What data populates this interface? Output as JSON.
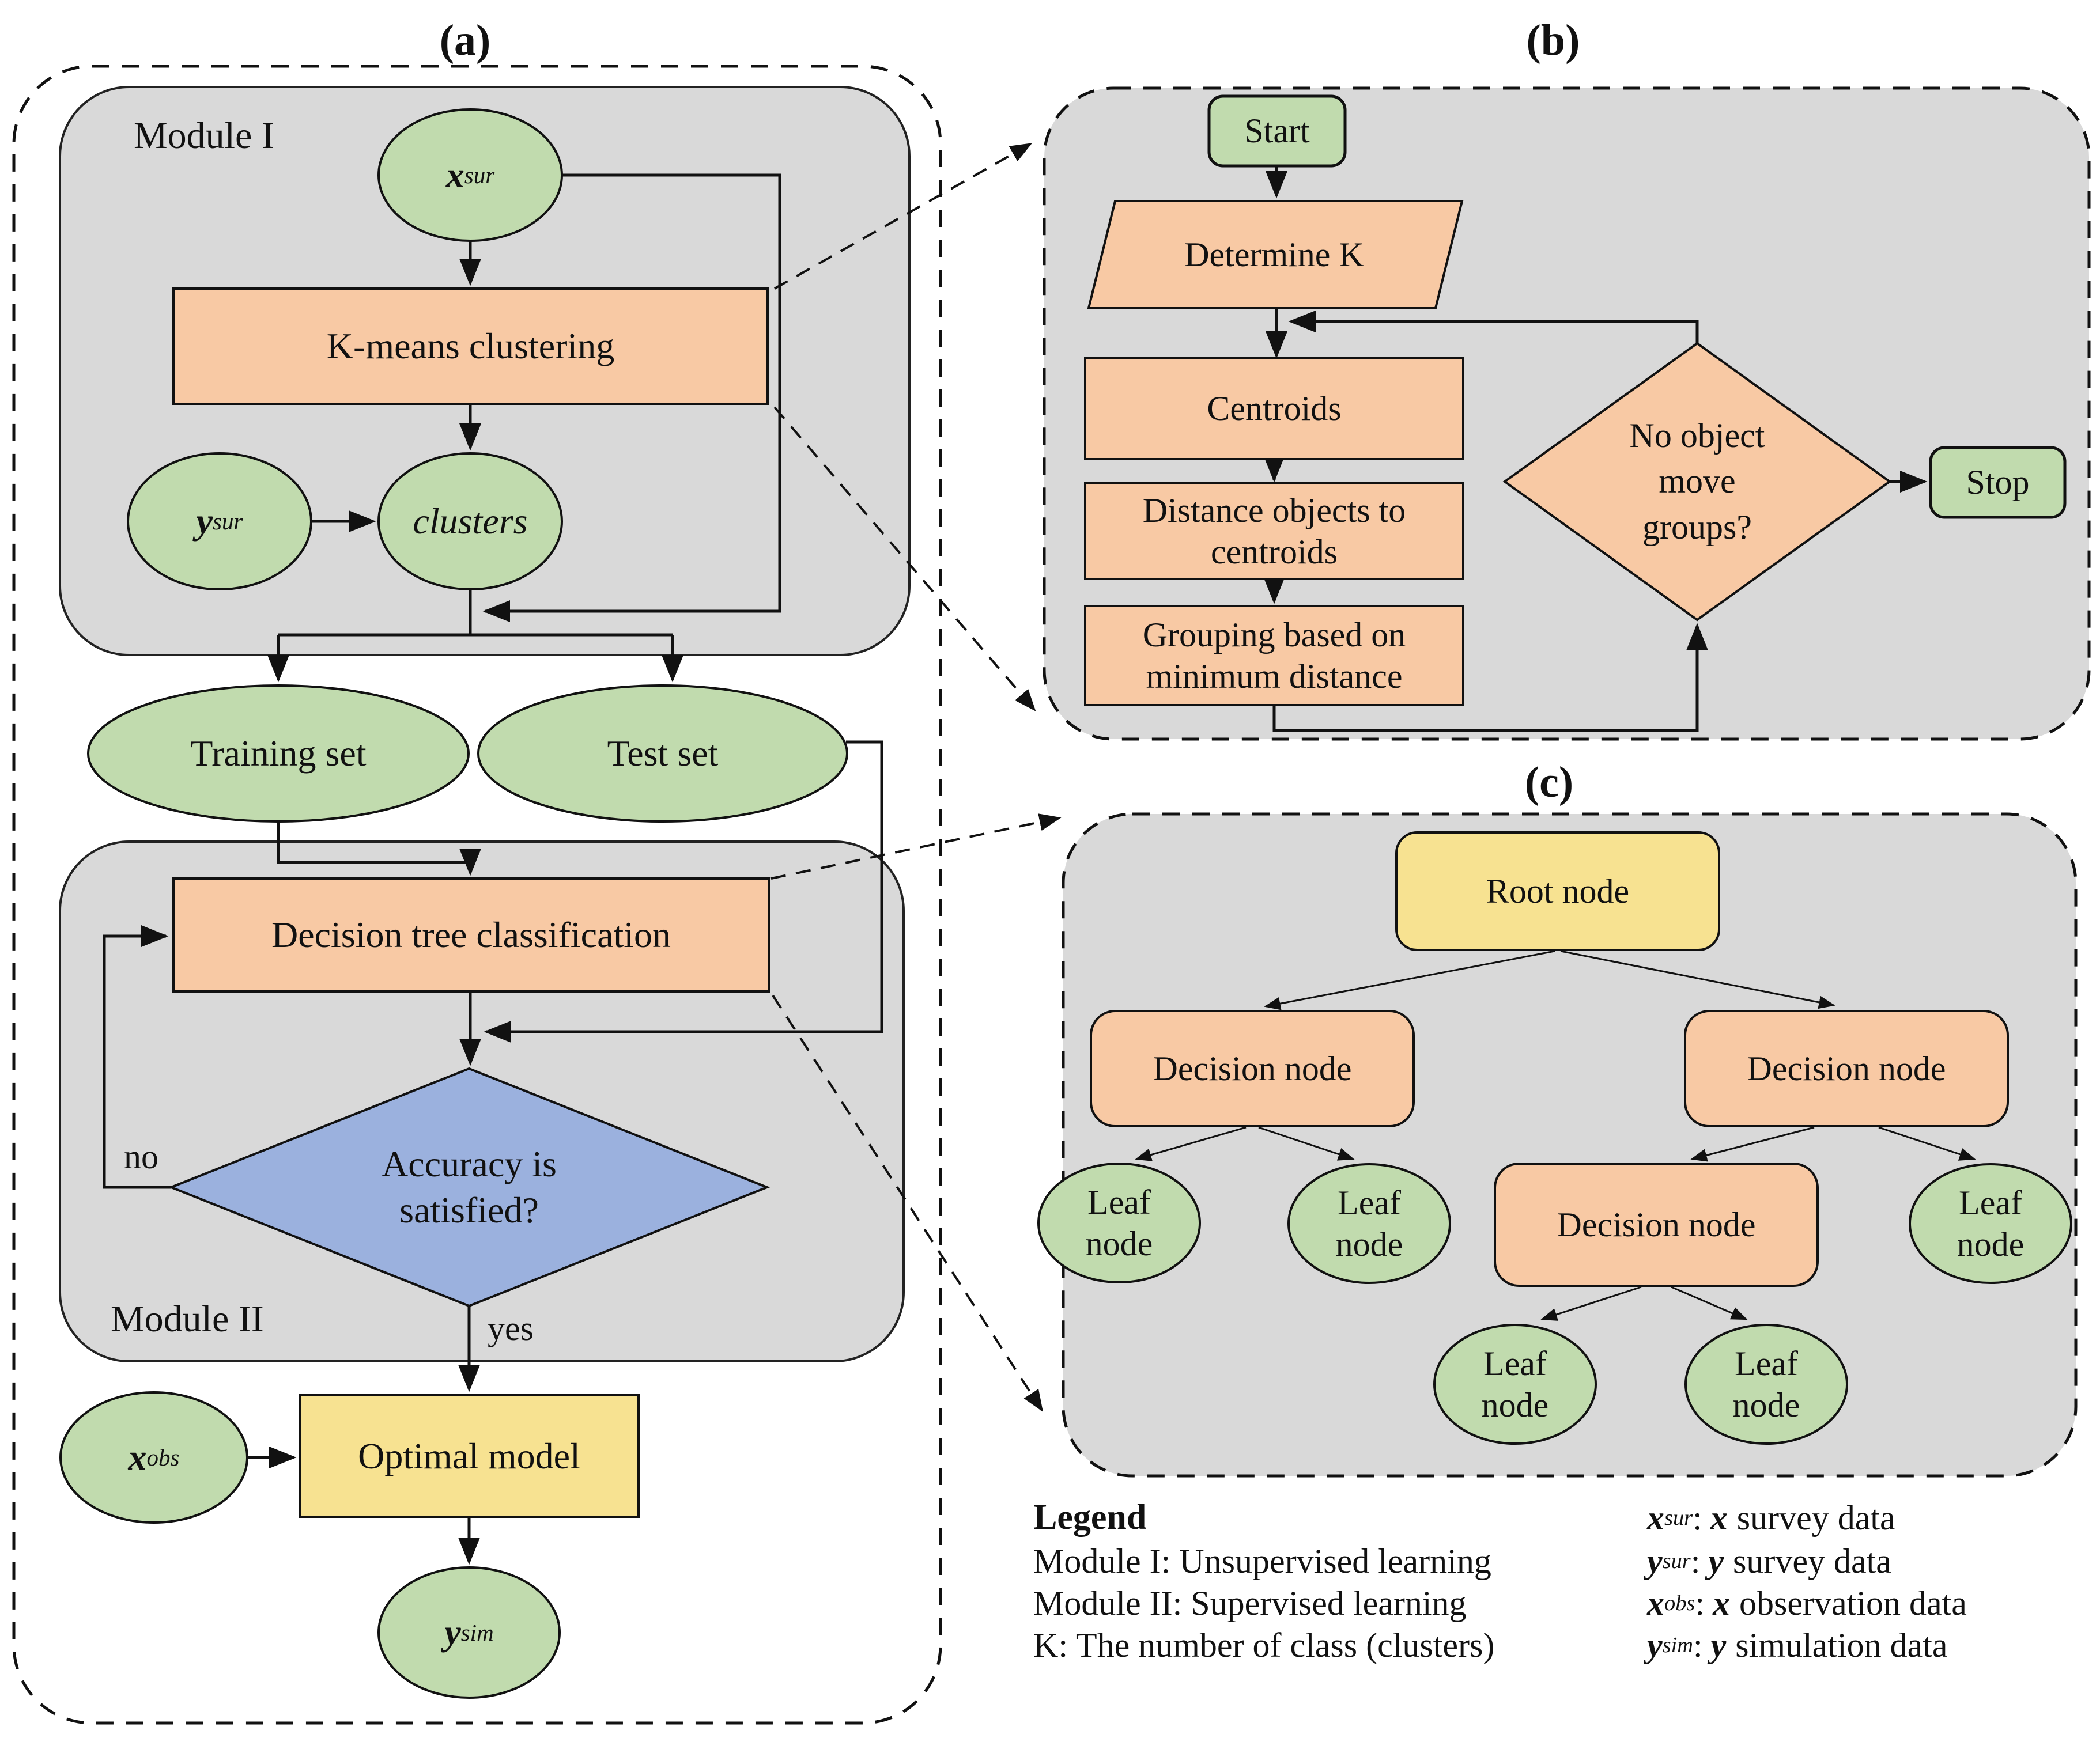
{
  "colors": {
    "green": "#c1dbae",
    "orange": "#f8c9a4",
    "yellow": "#f7e291",
    "blue": "#9bb1de",
    "panel_gray": "#d9d9d9",
    "white": "#ffffff"
  },
  "panel_a": {
    "label": "(a)",
    "module1_label": "Module I",
    "module2_label": "Module II",
    "x_sur": {
      "base": "x",
      "sup": "sur"
    },
    "kmeans": "K-means clustering",
    "y_sur": {
      "base": "y",
      "sup": "sur"
    },
    "clusters": "clusters",
    "training": "Training set",
    "test": "Test set",
    "dtree": "Decision tree classification",
    "accuracy": "Accuracy is satisfied?",
    "no": "no",
    "yes": "yes",
    "optimal": "Optimal model",
    "x_obs": {
      "base": "x",
      "sup": "obs"
    },
    "y_sim": {
      "base": "y",
      "sup": "sim"
    }
  },
  "panel_b": {
    "label": "(b)",
    "start": "Start",
    "determine_k": "Determine K",
    "centroids": "Centroids",
    "distance": "Distance objects to centroids",
    "grouping": "Grouping based on minimum distance",
    "decision": "No object move groups?",
    "stop": "Stop"
  },
  "panel_c": {
    "label": "(c)",
    "root": "Root node",
    "decision": "Decision node",
    "leaf": "Leaf node"
  },
  "legend": {
    "title": "Legend",
    "separator": ":",
    "items_left": [
      "Module I: Unsupervised learning",
      "Module II: Supervised learning",
      "K: The number of class (clusters)"
    ],
    "items_right": [
      {
        "var": "x",
        "sup": "sur",
        "desc": "survey data"
      },
      {
        "var": "y",
        "sup": "sur",
        "desc": "survey data"
      },
      {
        "var": "x",
        "sup": "obs",
        "desc": "observation data"
      },
      {
        "var": "y",
        "sup": "sim",
        "desc": "simulation data"
      }
    ]
  }
}
